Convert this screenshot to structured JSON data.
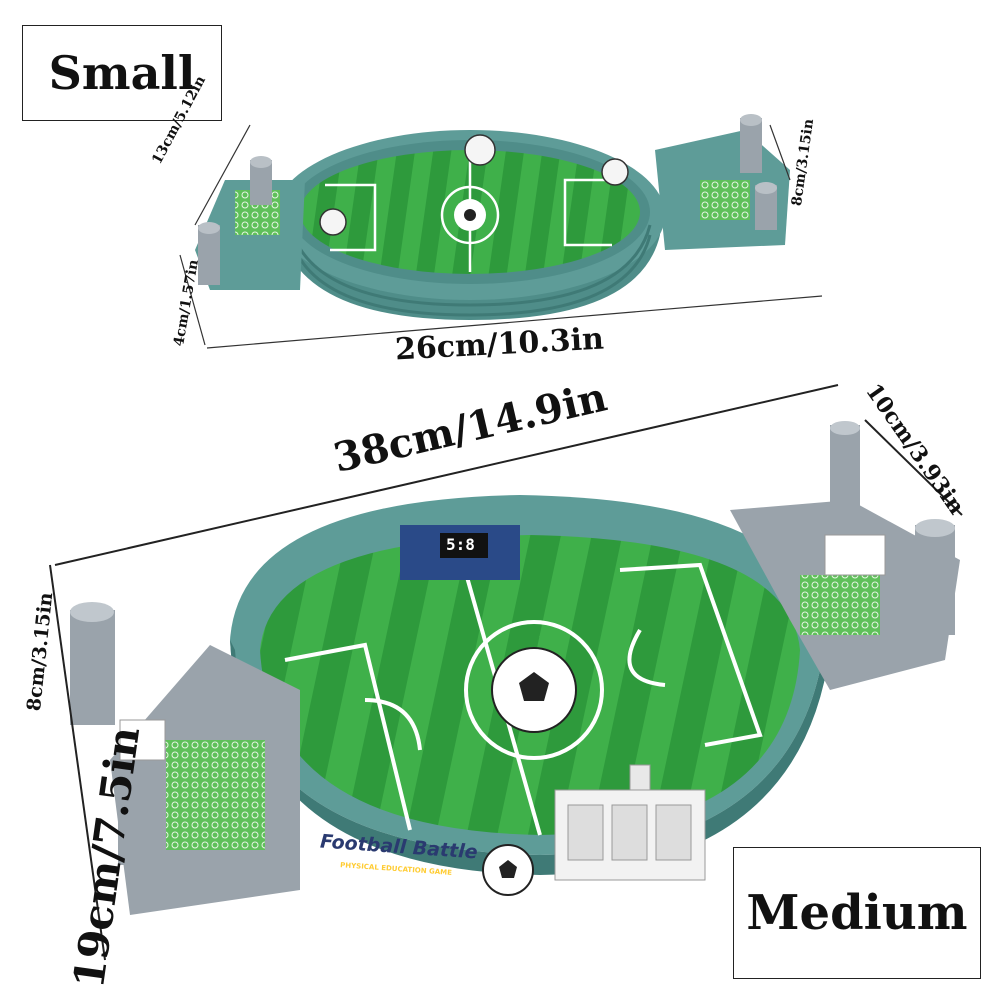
{
  "labels": {
    "small": "Small",
    "medium": "Medium"
  },
  "small_dims": {
    "length": "26cm/10.3in",
    "width": "13cm/5.12in",
    "height": "4cm/1.57in",
    "goal_depth": "8cm/3.15in"
  },
  "medium_dims": {
    "length": "38cm/14.9in",
    "width": "19cm/7.5in",
    "height": "8cm/3.15in",
    "goal_depth": "10cm/3.93in"
  },
  "scoreboard": {
    "score": "5:8"
  },
  "product": {
    "brand": "Football Battle",
    "tagline": "PHYSICAL EDUCATION GAME"
  },
  "colors": {
    "frame_teal": "#5e9c98",
    "frame_dark": "#3f7a76",
    "pitch_light": "#3fb04a",
    "pitch_dark": "#2e9a3c",
    "post_grey": "#9aa3ab",
    "line_white": "#ffffff"
  }
}
